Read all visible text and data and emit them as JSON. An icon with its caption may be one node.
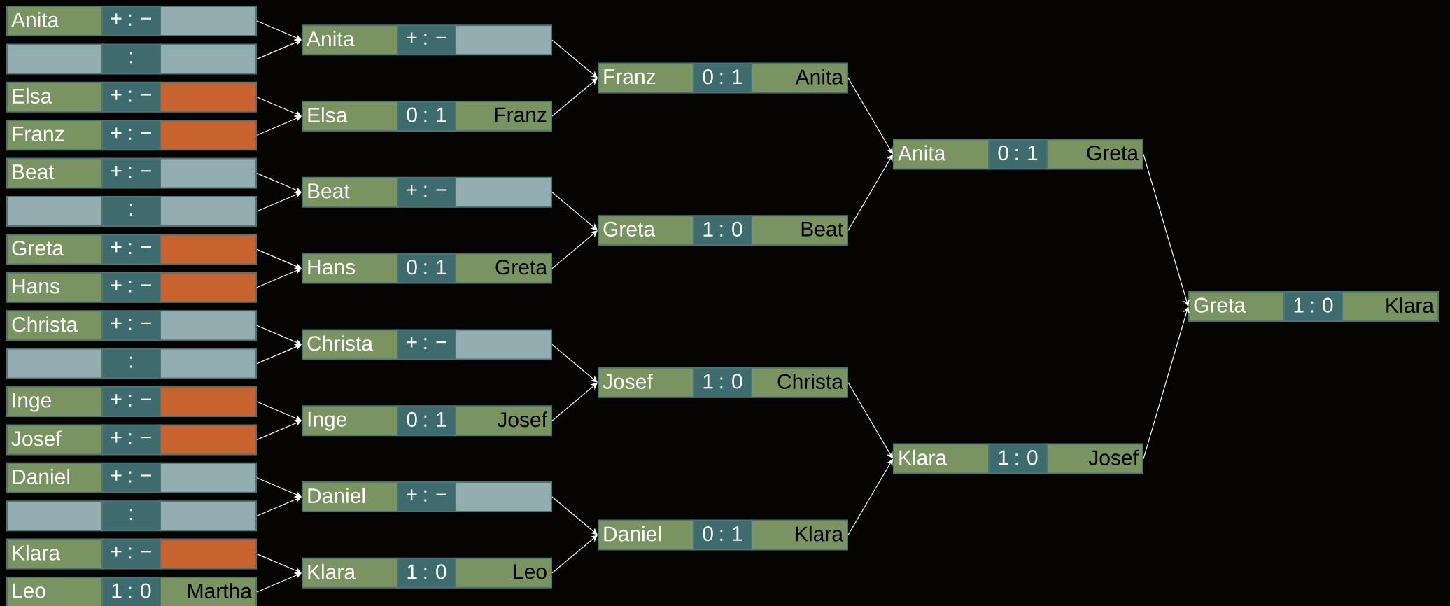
{
  "diagram": {
    "nodes": [
      {
        "text": [
          "Anita"
        ]
      },
      {
        "text": [
          "+ : −"
        ]
      },
      {
        "text": [],
        "shape": "box"
      },
      {
        "text": [],
        "shape": "box"
      },
      {
        "text": [
          ":"
        ]
      },
      {
        "text": [],
        "shape": "box"
      },
      {
        "text": [
          "Elsa"
        ]
      },
      {
        "text": [
          "+ : −"
        ]
      },
      {
        "text": [],
        "shape": "box"
      },
      {
        "text": [
          "Franz"
        ]
      },
      {
        "text": [
          "+ : −"
        ]
      },
      {
        "text": [],
        "shape": "box"
      },
      {
        "text": [
          "Beat"
        ]
      },
      {
        "text": [
          "+ : −"
        ]
      },
      {
        "text": [],
        "shape": "box"
      },
      {
        "text": [],
        "shape": "box"
      },
      {
        "text": [
          ":"
        ]
      },
      {
        "text": [],
        "shape": "box"
      },
      {
        "text": [
          "Greta"
        ]
      },
      {
        "text": [
          "+ : −"
        ]
      },
      {
        "text": [],
        "shape": "box"
      },
      {
        "text": [
          "Hans"
        ]
      },
      {
        "text": [
          "+ : −"
        ]
      },
      {
        "text": [],
        "shape": "box"
      },
      {
        "text": [
          "Christa"
        ]
      },
      {
        "text": [
          "+ : −"
        ]
      },
      {
        "text": [],
        "shape": "box"
      },
      {
        "text": [],
        "shape": "box"
      },
      {
        "text": [
          ":"
        ]
      },
      {
        "text": [],
        "shape": "box"
      },
      {
        "text": [
          "Inge"
        ]
      },
      {
        "text": [
          "+ : −"
        ]
      },
      {
        "text": [],
        "shape": "box"
      },
      {
        "text": [
          "Josef"
        ]
      },
      {
        "text": [
          "+ : −"
        ]
      },
      {
        "text": [],
        "shape": "box"
      },
      {
        "text": [
          "Daniel"
        ]
      },
      {
        "text": [
          "+ : −"
        ]
      },
      {
        "text": [],
        "shape": "box"
      },
      {
        "text": [],
        "shape": "box"
      },
      {
        "text": [
          ":"
        ]
      },
      {
        "text": [],
        "shape": "box"
      },
      {
        "text": [
          "Klara"
        ]
      },
      {
        "text": [
          "+ : −"
        ]
      },
      {
        "text": [],
        "shape": "box"
      },
      {
        "text": [
          "Leo"
        ]
      },
      {
        "text": [
          "1 : 0"
        ]
      },
      {
        "text": [
          "Martha"
        ]
      },
      {
        "text": [
          "Anita"
        ]
      },
      {
        "text": [
          "+ : −"
        ]
      },
      {
        "text": [],
        "shape": "box"
      },
      {
        "text": [
          "Elsa"
        ]
      },
      {
        "text": [
          "0 : 1"
        ]
      },
      {
        "text": [
          "Franz"
        ]
      },
      {
        "text": [
          "Beat"
        ]
      },
      {
        "text": [
          "+ : −"
        ]
      },
      {
        "text": [],
        "shape": "box"
      },
      {
        "text": [
          "Hans"
        ]
      },
      {
        "text": [
          "0 : 1"
        ]
      },
      {
        "text": [
          "Greta"
        ]
      },
      {
        "text": [
          "Christa"
        ]
      },
      {
        "text": [
          "+ : −"
        ]
      },
      {
        "text": [],
        "shape": "box"
      },
      {
        "text": [
          "Inge"
        ]
      },
      {
        "text": [
          "0 : 1"
        ]
      },
      {
        "text": [
          "Josef"
        ]
      },
      {
        "text": [
          "Daniel"
        ]
      },
      {
        "text": [
          "+ : −"
        ]
      },
      {
        "text": [],
        "shape": "box"
      },
      {
        "text": [
          "Klara"
        ]
      },
      {
        "text": [
          "1 : 0"
        ]
      },
      {
        "text": [
          "Leo"
        ]
      },
      {
        "text": [
          "Franz"
        ]
      },
      {
        "text": [
          "0 : 1"
        ]
      },
      {
        "text": [
          "Anita"
        ]
      },
      {
        "text": [
          "Greta"
        ]
      },
      {
        "text": [
          "1 : 0"
        ]
      },
      {
        "text": [
          "Beat"
        ]
      },
      {
        "text": [
          "Josef"
        ]
      },
      {
        "text": [
          "1 : 0"
        ]
      },
      {
        "text": [
          "Christa"
        ]
      },
      {
        "text": [
          "Daniel"
        ]
      },
      {
        "text": [
          "0 : 1"
        ]
      },
      {
        "text": [
          "Klara"
        ]
      },
      {
        "text": [
          "Anita"
        ]
      },
      {
        "text": [
          "0 : 1"
        ]
      },
      {
        "text": [
          "Greta"
        ]
      },
      {
        "text": [
          "Klara"
        ]
      },
      {
        "text": [
          "1 : 0"
        ]
      },
      {
        "text": [
          "Josef"
        ]
      },
      {
        "text": [
          "Greta"
        ]
      },
      {
        "text": [
          "1 : 0"
        ]
      },
      {
        "text": [
          "Klara"
        ]
      }
    ],
    "edges": [
      {
        "from": 2,
        "to": 48,
        "arrow": "to"
      },
      {
        "from": 5,
        "to": 48,
        "arrow": "to"
      },
      {
        "from": 8,
        "to": 51,
        "arrow": "to"
      },
      {
        "from": 11,
        "to": 51,
        "arrow": "to"
      },
      {
        "from": 14,
        "to": 54,
        "arrow": "to"
      },
      {
        "from": 17,
        "to": 54,
        "arrow": "to"
      },
      {
        "from": 20,
        "to": 57,
        "arrow": "to"
      },
      {
        "from": 23,
        "to": 57,
        "arrow": "to"
      },
      {
        "from": 26,
        "to": 60,
        "arrow": "to"
      },
      {
        "from": 29,
        "to": 60,
        "arrow": "to"
      },
      {
        "from": 32,
        "to": 63,
        "arrow": "to"
      },
      {
        "from": 35,
        "to": 63,
        "arrow": "to"
      },
      {
        "from": 38,
        "to": 66,
        "arrow": "to"
      },
      {
        "from": 41,
        "to": 66,
        "arrow": "to"
      },
      {
        "from": 44,
        "to": 69,
        "arrow": "to"
      },
      {
        "from": 47,
        "to": 69,
        "arrow": "to"
      },
      {
        "from": 50,
        "to": 72,
        "arrow": "to"
      },
      {
        "from": 53,
        "to": 72,
        "arrow": "to"
      },
      {
        "from": 56,
        "to": 75,
        "arrow": "to"
      },
      {
        "from": 59,
        "to": 75,
        "arrow": "to"
      },
      {
        "from": 62,
        "to": 78,
        "arrow": "to"
      },
      {
        "from": 65,
        "to": 78,
        "arrow": "to"
      },
      {
        "from": 68,
        "to": 81,
        "arrow": "to"
      },
      {
        "from": 71,
        "to": 81,
        "arrow": "to"
      },
      {
        "from": 74,
        "to": 84,
        "arrow": "to"
      },
      {
        "from": 77,
        "to": 84,
        "arrow": "to"
      },
      {
        "from": 80,
        "to": 87,
        "arrow": "to"
      },
      {
        "from": 83,
        "to": 87,
        "arrow": "to"
      },
      {
        "from": 86,
        "to": 90,
        "arrow": "to"
      },
      {
        "from": 89,
        "to": 90,
        "arrow": "to"
      }
    ]
  }
}
